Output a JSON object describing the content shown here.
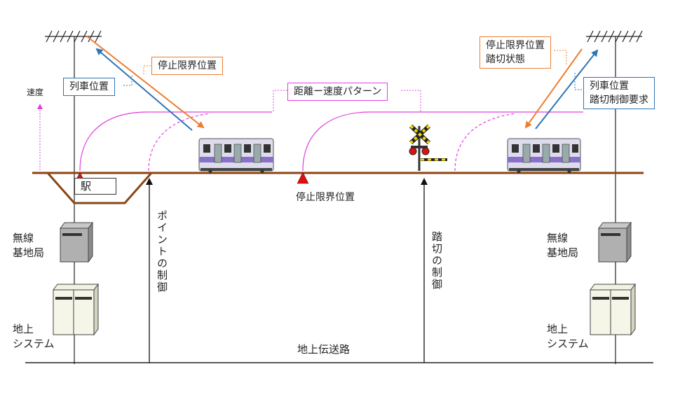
{
  "labels": {
    "speed": "速度",
    "train_position": "列車位置",
    "stop_limit_position": "停止限界位置",
    "distance_speed_pattern": "距離ー速度パターン",
    "stop_limit_crossing_state": [
      "停止限界位置",
      "踏切状態"
    ],
    "train_position_crossing_request": [
      "列車位置",
      "踏切制御要求"
    ],
    "station": "駅",
    "stop_limit_position_ground": "停止限界位置",
    "point_control": "ポイントの制御",
    "crossing_control": "踏切の制御",
    "radio_base_station_left": [
      "無線",
      "基地局"
    ],
    "radio_base_station_right": [
      "無線",
      "基地局"
    ],
    "ground_system_left": [
      "地上",
      "システム"
    ],
    "ground_system_right": [
      "地上",
      "システム"
    ],
    "ground_transmission_line": "地上伝送路"
  },
  "colors": {
    "track": "#8b4513",
    "blue_arrow": "#2e75b6",
    "orange_arrow": "#ed7d31",
    "pattern": "#e040e0",
    "stop_marker": "#e01010",
    "train_body": "#d8d8e8",
    "train_stripe": "#8a70c8"
  }
}
